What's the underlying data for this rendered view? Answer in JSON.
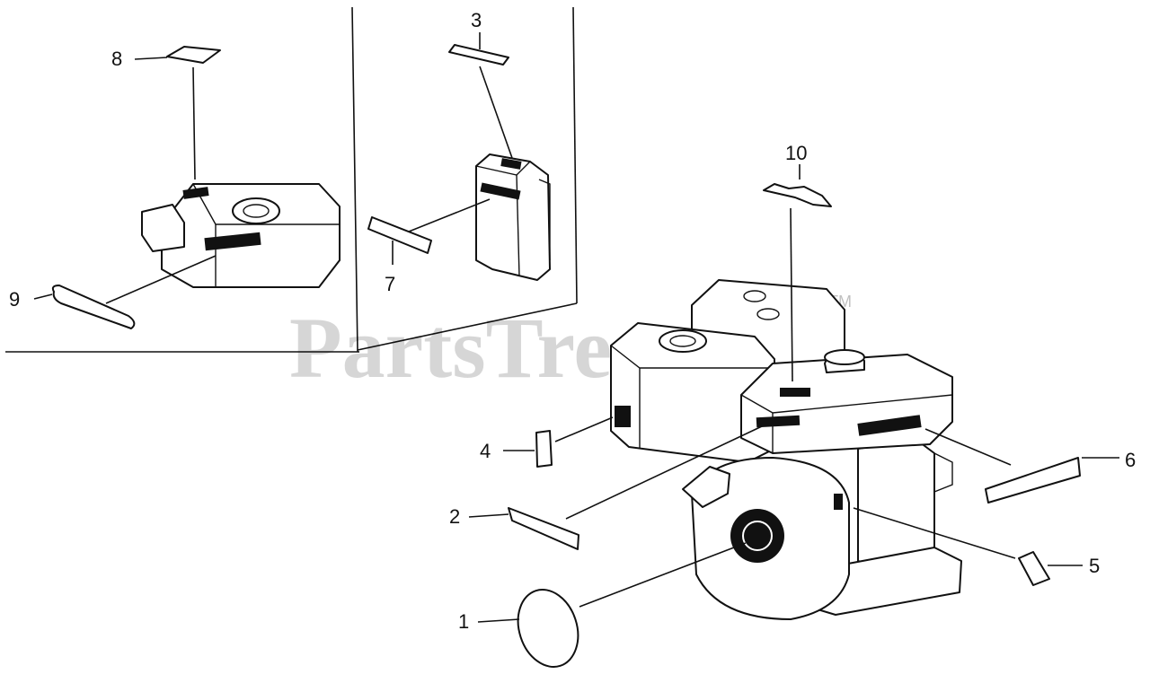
{
  "diagram": {
    "watermark": "PartsTree",
    "trademark": "TM",
    "callouts": [
      {
        "id": "1",
        "label": "1"
      },
      {
        "id": "2",
        "label": "2"
      },
      {
        "id": "3",
        "label": "3"
      },
      {
        "id": "4",
        "label": "4"
      },
      {
        "id": "5",
        "label": "5"
      },
      {
        "id": "6",
        "label": "6"
      },
      {
        "id": "7",
        "label": "7"
      },
      {
        "id": "8",
        "label": "8"
      },
      {
        "id": "9",
        "label": "9"
      },
      {
        "id": "10",
        "label": "10"
      }
    ]
  }
}
